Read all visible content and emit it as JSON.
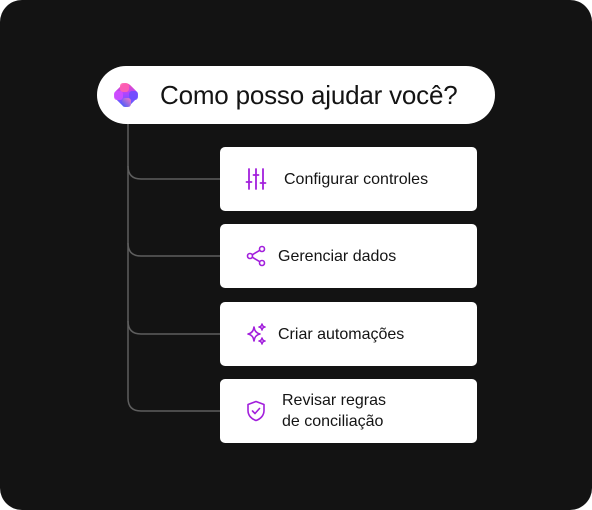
{
  "prompt": {
    "question": "Como posso ajudar você?",
    "logo_icon": "gradient-star-logo-icon"
  },
  "options": [
    {
      "label": "Configurar controles",
      "icon": "sliders-icon"
    },
    {
      "label": "Gerenciar dados",
      "icon": "share-icon"
    },
    {
      "label": "Criar automações",
      "icon": "sparkles-icon"
    },
    {
      "label_line1": "Revisar regras",
      "label_line2": "de conciliação",
      "icon": "shield-check-icon"
    }
  ],
  "colors": {
    "background": "#131313",
    "card": "#ffffff",
    "accent": "#a21fdc",
    "connector": "#5e5e5e"
  }
}
